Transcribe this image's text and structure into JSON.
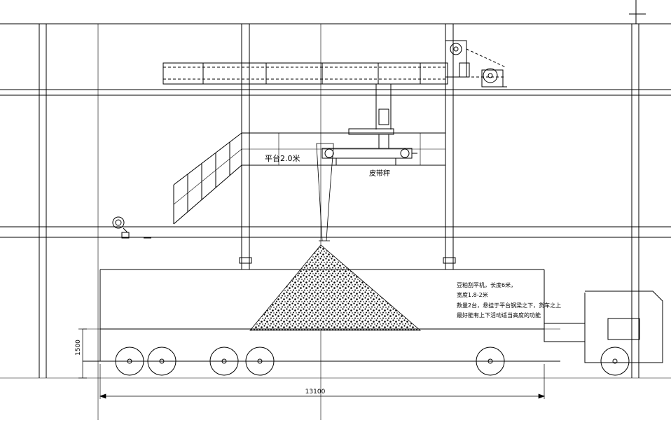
{
  "labels": {
    "platform": "平台2.0米",
    "belt_scale": "皮带秤",
    "dim_height": "1500",
    "dim_length": "13100"
  },
  "note_lines": [
    "豆粕刮平机，长度6米，",
    "宽度1.8-2米",
    "数量2台，悬挂于平台钢梁之下，货车之上",
    "最好能有上下活动适当高度的功能"
  ],
  "colors": {
    "line": "#000000",
    "background": "#ffffff"
  }
}
